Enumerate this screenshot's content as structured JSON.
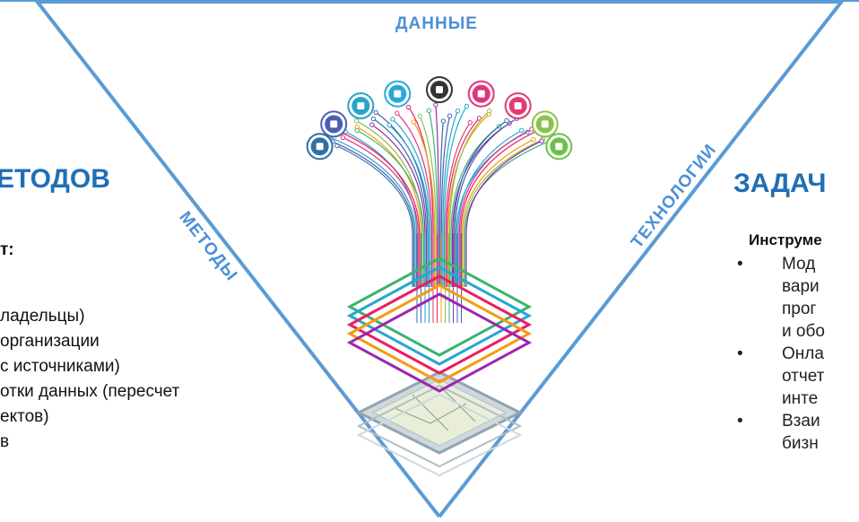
{
  "triangle": {
    "top_label": "ДАННЫЕ",
    "left_label": "МЕТОДЫ",
    "right_label": "ТЕХНОЛОГИИ",
    "line_color": "#5b9bd5",
    "label_color": "#4a90d9"
  },
  "left_panel": {
    "heading": "ЕТОДОВ",
    "sub": "т:",
    "lines": [
      "ладельцы)",
      "организации",
      "с источниками)",
      "отки данных (пересчет",
      "ектов)",
      "в"
    ]
  },
  "right_panel": {
    "heading": "ЗАДАЧ",
    "subheading": "Инструме",
    "items": [
      {
        "lines": [
          "Мод",
          "вари",
          "прог",
          "и обо"
        ]
      },
      {
        "lines": [
          "Онла",
          "отчет",
          "инте"
        ]
      },
      {
        "lines": [
          "Взаи",
          "бизн"
        ]
      }
    ],
    "bullet": "•"
  },
  "illustration": {
    "icons": [
      "truck-icon",
      "factory-icon",
      "person-icon",
      "building-icon",
      "pin-icon",
      "home-icon",
      "heart-icon",
      "road-icon",
      "car-icon"
    ],
    "colors": [
      "#2f6fa7",
      "#4a5fb0",
      "#29a3c9",
      "#2aa9d6",
      "#333333",
      "#e0357e",
      "#e23a70",
      "#8bc34a",
      "#6cc04a"
    ]
  }
}
